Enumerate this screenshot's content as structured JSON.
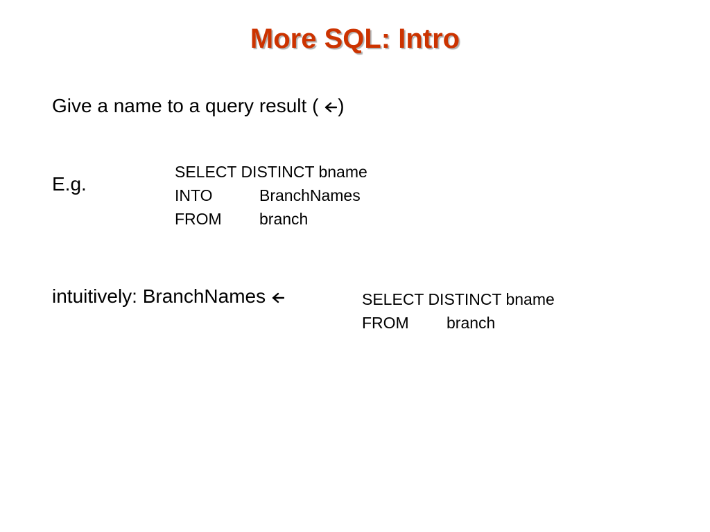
{
  "slide": {
    "title": "More SQL: Intro",
    "line1_text": "Give a name to a query result (",
    "line1_close": ")",
    "eg_label": "E.g.",
    "intuitive_text": "intuitively:  BranchNames",
    "sql_example": {
      "first_line": "SELECT DISTINCT bname",
      "rows": [
        {
          "keyword": "INTO",
          "value": "BranchNames"
        },
        {
          "keyword": "FROM",
          "value": "branch"
        }
      ]
    },
    "sql_intuitive": {
      "first_line": "SELECT DISTINCT bname",
      "rows": [
        {
          "keyword": "FROM",
          "value": "branch"
        }
      ]
    },
    "colors": {
      "title": "#cc3300",
      "text": "#000000",
      "background": "#ffffff"
    },
    "icons": [
      "left-arrow-icon"
    ]
  }
}
